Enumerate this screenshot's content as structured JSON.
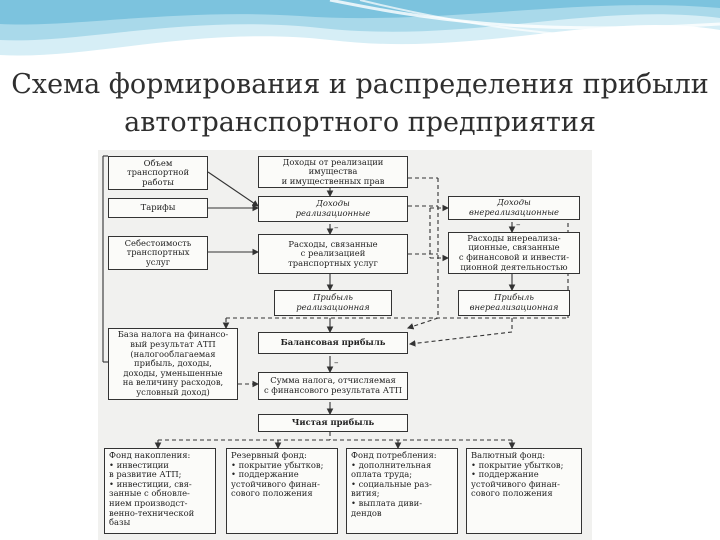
{
  "title": "Схема формирования и распределения прибыли автотранспортного предприятия",
  "boxes": {
    "volume": "Объем\nтранспортной\nработы",
    "tariffs": "Тарифы",
    "cost": "Себестоимость\nтранспортных\nуслуг",
    "income_property": "Доходы от реализации\nимущества\nи имущественных прав",
    "income_sales": "Доходы\nреализационные",
    "expenses_sales": "Расходы, связанные\nс реализацией\nтранспортных услуг",
    "profit_sales": "Прибыль\nреализационная",
    "income_nonop": "Доходы\nвнереализационные",
    "expenses_nonop": "Расходы внереализа-\nционные, связанные\nс финансовой и инвести-\nционной деятельностью",
    "profit_nonop": "Прибыль\nвнереализационная",
    "tax_base": "База налога на финансо-\nвый результат АТП\n(налогооблагаемая\nприбыль, доходы,\nдоходы, уменьшенные\nна величину расходов,\nусловный доход)",
    "balance_profit": "Балансовая прибыль",
    "tax_amount": "Сумма налога, отчисляемая\nс финансового результата АТП",
    "net_profit": "Чистая прибыль",
    "fund_accum": "Фонд накопления:\n• инвестиции\nв развитие АТП;\n• инвестиции, свя-\nзанные с обновле-\nнием производст-\nвенно-технической\nбазы",
    "fund_reserve": "Резервный фонд:\n• покрытие убытков;\n• поддержание\nустойчивого финан-\nсового положения",
    "fund_consume": "Фонд потребления:\n• дополнительная\nоплата труда;\n• социальные раз-\nвития;\n• выплата диви-\nдендов",
    "fund_currency": "Валютный фонд:\n• покрытие убытков;\n• поддержание\nустойчивого финан-\nсового положения"
  },
  "minus_sign": "–"
}
